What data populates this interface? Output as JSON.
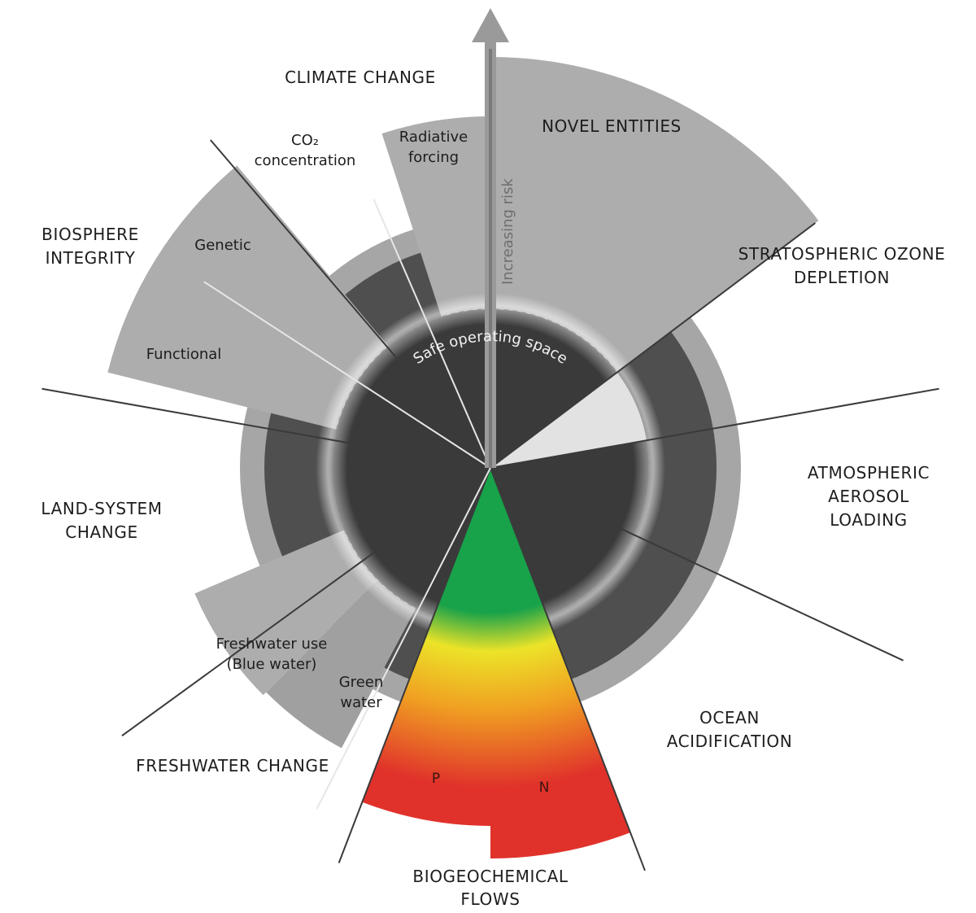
{
  "diagram": {
    "categories": {
      "climate_change": "CLIMATE CHANGE",
      "novel_entities": "NOVEL ENTITIES",
      "ozone_1": "STRATOSPHERIC OZONE",
      "ozone_2": "DEPLETION",
      "aerosol_1": "ATMOSPHERIC",
      "aerosol_2": "AEROSOL",
      "aerosol_3": "LOADING",
      "ocean_1": "OCEAN",
      "ocean_2": "ACIDIFICATION",
      "bio_flows_1": "BIOGEOCHEMICAL",
      "bio_flows_2": "FLOWS",
      "freshwater": "FRESHWATER CHANGE",
      "land_1": "LAND-SYSTEM",
      "land_2": "CHANGE",
      "biosphere_1": "BIOSPHERE",
      "biosphere_2": "INTEGRITY"
    },
    "sublabels": {
      "co2_1": "CO₂",
      "co2_2": "concentration",
      "radiative_1": "Radiative",
      "radiative_2": "forcing",
      "genetic": "Genetic",
      "functional": "Functional",
      "blue_water_1": "Freshwater use",
      "blue_water_2": "(Blue water)",
      "green_water_1": "Green",
      "green_water_2": "water",
      "phosphorus": "P",
      "nitrogen": "N"
    },
    "increasing_risk": "Increasing risk",
    "safe_space": "Safe operating space"
  },
  "colors": {
    "background": "#ffffff",
    "outer_band": "#a6a6a6",
    "zone_band": "#4f4f4f",
    "center_disc": "#3a3a3a",
    "wedge": "#adadad",
    "ozone_fill": "#e2e2e2",
    "green_safe": "#18a24a",
    "yellow_mid": "#ece328",
    "red_high": "#e0322b",
    "radial_line": "#3a3a3a"
  }
}
